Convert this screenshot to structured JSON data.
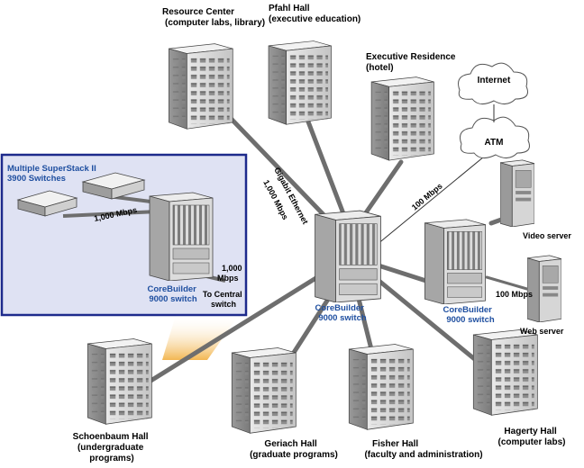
{
  "buildings": {
    "resource_center": [
      "Resource Center",
      "(computer labs, library)"
    ],
    "pfahl_hall": [
      "Pfahl Hall",
      "(executive education)"
    ],
    "executive_residence": [
      "Executive Residence",
      "(hotel)"
    ],
    "schoenbaum_hall": [
      "Schoenbaum Hall",
      "(undergraduate",
      "programs)"
    ],
    "geriach_hall": [
      "Geriach Hall",
      "(graduate programs)"
    ],
    "fisher_hall": [
      "Fisher Hall",
      "(faculty and administration)"
    ],
    "hagerty_hall": [
      "Hagerty Hall",
      "(computer labs)"
    ]
  },
  "cloud": {
    "internet": "Internet",
    "atm": "ATM"
  },
  "servers": {
    "video": "Video server",
    "web": "Web server"
  },
  "switches": {
    "central": [
      "CoreBuilder",
      "9000 switch"
    ],
    "right": [
      "CoreBuilder",
      "9000 switch"
    ],
    "inset": [
      "CoreBuilder",
      "9000 switch"
    ]
  },
  "links": {
    "gigabit": "Gigabit Ethernet",
    "gigabit_speed": "1,000 Mbps",
    "atm_speed": "100 Mbps",
    "web_speed": "100 Mbps"
  },
  "inset": {
    "title": [
      "Multiple SuperStack II",
      "3900 Switches"
    ],
    "link_speed": "1,000 Mbps",
    "uplink_speed": [
      "1,000",
      "Mbps"
    ],
    "to_central": [
      "To Central",
      "switch"
    ]
  },
  "colors": {
    "inset_bg": "#dfe2f3",
    "inset_border": "#1d2a8c",
    "label_blue": "#1f4fa0",
    "link_gray": "#6e6e6e",
    "beam": "#f2b349"
  }
}
